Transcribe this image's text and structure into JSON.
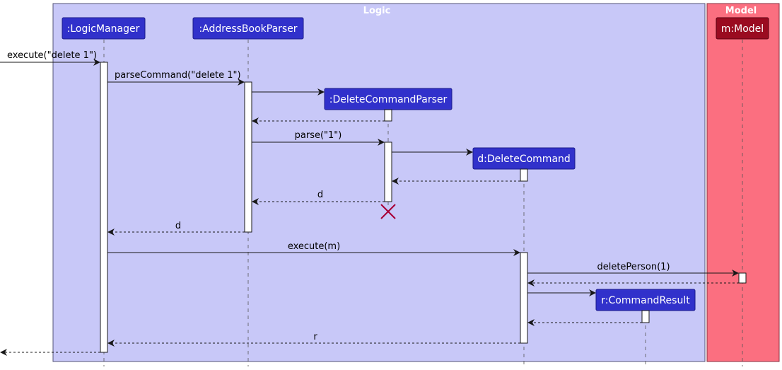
{
  "groups": {
    "logic": {
      "title": "Logic",
      "fill": "#C8C8F8"
    },
    "model": {
      "title": "Model",
      "fill": "#FB6F80"
    }
  },
  "participants": {
    "logic_manager": ":LogicManager",
    "address_book_parser": ":AddressBookParser",
    "delete_command_parser": ":DeleteCommandParser",
    "delete_command": "d:DeleteCommand",
    "command_result": "r:CommandResult",
    "model": "m:Model"
  },
  "messages": {
    "execute_delete": "execute(\"delete 1\")",
    "parse_command": "parseCommand(\"delete 1\")",
    "parse_1": "parse(\"1\")",
    "return_d_parser": "d",
    "return_d_manager": "d",
    "execute_m": "execute(m)",
    "delete_person": "deletePerson(1)",
    "return_r": "r"
  },
  "colors": {
    "logic_participant": "#3131CB",
    "model_participant": "#9A0B20",
    "destroy_mark": "#A80036"
  }
}
